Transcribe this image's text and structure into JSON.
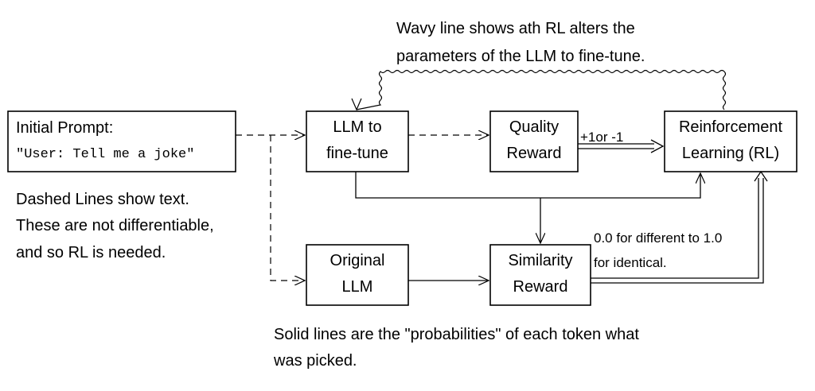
{
  "top_note": {
    "line1": "Wavy line shows ath RL alters the",
    "line2": "parameters of the LLM to fine-tune."
  },
  "boxes": {
    "initial_prompt": {
      "title": "Initial Prompt:",
      "example": "\"User: Tell me a joke\""
    },
    "llm_finetune": {
      "line1": "LLM to",
      "line2": "fine-tune"
    },
    "quality_reward": {
      "line1": "Quality",
      "line2": "Reward"
    },
    "reinforcement": {
      "line1": "Reinforcement",
      "line2": "Learning (RL)"
    },
    "original_llm": {
      "line1": "Original",
      "line2": "LLM"
    },
    "similarity_reward": {
      "line1": "Similarity",
      "line2": "Reward"
    }
  },
  "labels": {
    "quality_value": "+1or -1",
    "similarity_range_1": "0.0 for different to 1.0",
    "similarity_range_2": "for identical."
  },
  "left_note": {
    "line1": "Dashed Lines show text.",
    "line2": "These are not differentiable,",
    "line3": "and so RL is needed."
  },
  "bottom_note": {
    "line1": "Solid lines are the \"probabilities\" of each token what",
    "line2": "was picked."
  }
}
